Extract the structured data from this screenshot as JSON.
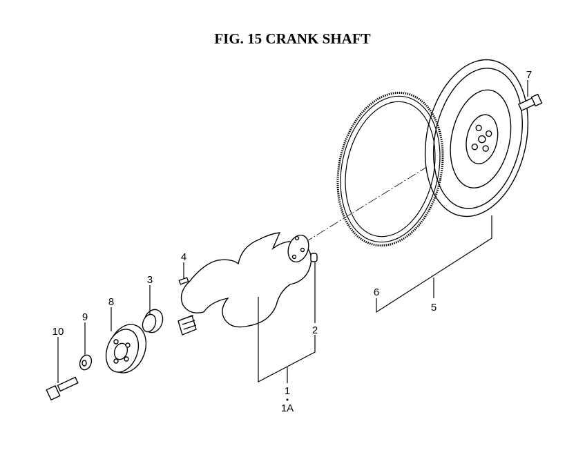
{
  "title": "FIG. 15  CRANK SHAFT",
  "callouts": {
    "p1": "1",
    "p1a": "1A",
    "p2": "2",
    "p3": "3",
    "p4": "4",
    "p5": "5",
    "p6": "6",
    "p7": "7",
    "p8": "8",
    "p9": "9",
    "p10": "10"
  }
}
